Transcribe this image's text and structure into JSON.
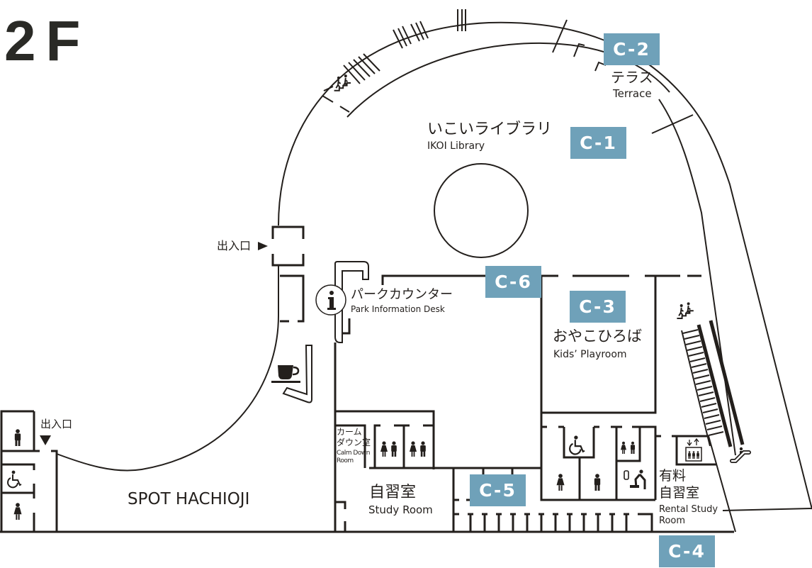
{
  "floor": {
    "title": "2F"
  },
  "colors": {
    "badge": "#6fa1b9",
    "line": "#231f1c",
    "background": "#ffffff"
  },
  "zones": {
    "c1": {
      "code": "C-1"
    },
    "c2": {
      "code": "C-2"
    },
    "c3": {
      "code": "C-3"
    },
    "c4": {
      "code": "C-4"
    },
    "c5": {
      "code": "C-5"
    },
    "c6": {
      "code": "C-6"
    }
  },
  "rooms": {
    "library": {
      "jp": "いこいライブラリ",
      "en": "IKOI Library"
    },
    "terrace": {
      "jp": "テラス",
      "en": "Terrace"
    },
    "info_desk": {
      "jp": "パークカウンター",
      "en": "Park Information Desk"
    },
    "kids": {
      "jp": "おやこひろば",
      "en": "Kids’ Playroom"
    },
    "calm_down": {
      "jp_line1": "カーム",
      "jp_line2": "ダウン室",
      "en_line1": "Calm Down",
      "en_line2": "Room"
    },
    "study": {
      "jp": "自習室",
      "en": "Study Room"
    },
    "rental_study": {
      "jp_line1": "有料",
      "jp_line2": "自習室",
      "en_line1": "Rental Study",
      "en_line2": "Room"
    },
    "spot": {
      "en": "SPOT HACHIOJI"
    }
  },
  "entrances": {
    "west": {
      "label": "出入口",
      "arrow": "▶"
    },
    "southwest": {
      "label": "出入口",
      "arrow": "▼"
    }
  },
  "icons": [
    "stairs-icon",
    "escalator-icon",
    "elevator-icon",
    "information-icon",
    "cafe-icon",
    "restroom-men-icon",
    "restroom-women-icon",
    "restroom-accessible-icon",
    "restroom-all-gender-icon",
    "baby-changing-icon"
  ]
}
